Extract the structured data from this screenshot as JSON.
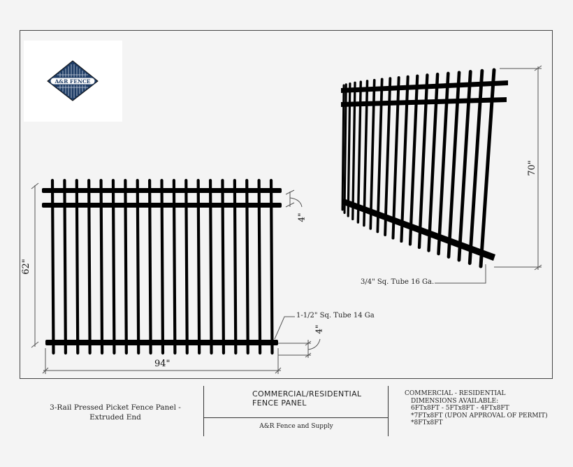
{
  "logo": {
    "icon": "ar-fence-diamond-logo",
    "text": "A&R FENCE",
    "colors": {
      "dark": "#1f3d66",
      "mid": "#4a6f9e",
      "light": "#e8eef6"
    }
  },
  "front_view": {
    "picket_count": 19,
    "height_label": "62\"",
    "width_label": "94\"",
    "rail_gap_label": "4\"",
    "bottom_gap_label": "4\"",
    "rail_callout": "1-1/2\" Sq. Tube 14 Ga"
  },
  "perspective_view": {
    "picket_count": 19,
    "height_label": "70\"",
    "picket_callout": "3/4\" Sq. Tube 16 Ga."
  },
  "title_block": {
    "description_line1": "3-Rail Pressed Picket Fence Panel -",
    "description_line2": "Extruded End",
    "title_line1": "COMMERCIAL/RESIDENTIAL",
    "title_line2": "FENCE PANEL",
    "company": "A&R Fence and Supply",
    "specs": {
      "heading": "COMMERCIAL - RESIDENTIAL",
      "lines": [
        "DIMENSIONS AVAILABLE:",
        "6FTx8FT - 5FTx8FT - 4FTx8FT",
        "*7FTx8FT (UPON APPROVAL OF PERMIT)",
        "*8FTx8FT"
      ]
    }
  },
  "colors": {
    "background": "#f4f4f4",
    "ink": "#000000",
    "dimension_line": "#555555"
  }
}
